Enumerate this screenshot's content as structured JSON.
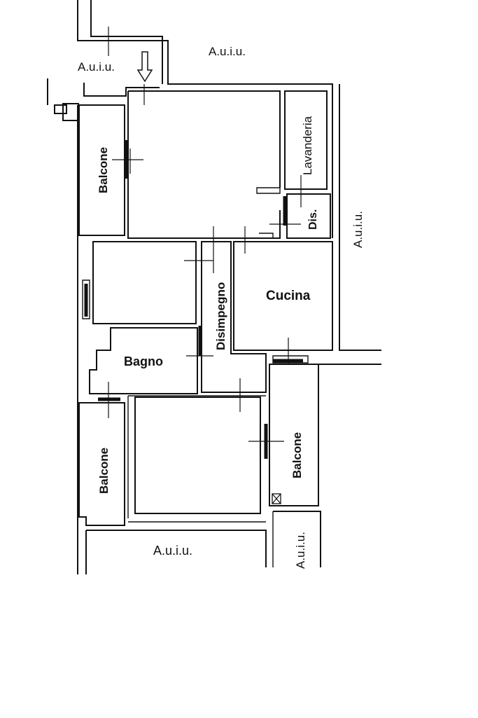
{
  "floorplan": {
    "labels": {
      "auiu_top_left": "A.u.i.u.",
      "auiu_top": "A.u.i.u.",
      "auiu_right": "A.u.i.u.",
      "auiu_bottom": "A.u.i.u.",
      "auiu_bottom_right": "A.u.i.u.",
      "balcone_upper_left": "Balcone",
      "balcone_lower_left": "Balcone",
      "balcone_right": "Balcone",
      "lavanderia": "Lavanderia",
      "dis": "Dis.",
      "disimpegno": "Disimpegno",
      "cucina": "Cucina",
      "bagno": "Bagno"
    },
    "icons": {
      "entrance": "entrance-arrow-icon",
      "shaft": "shaft-cross-icon"
    }
  }
}
